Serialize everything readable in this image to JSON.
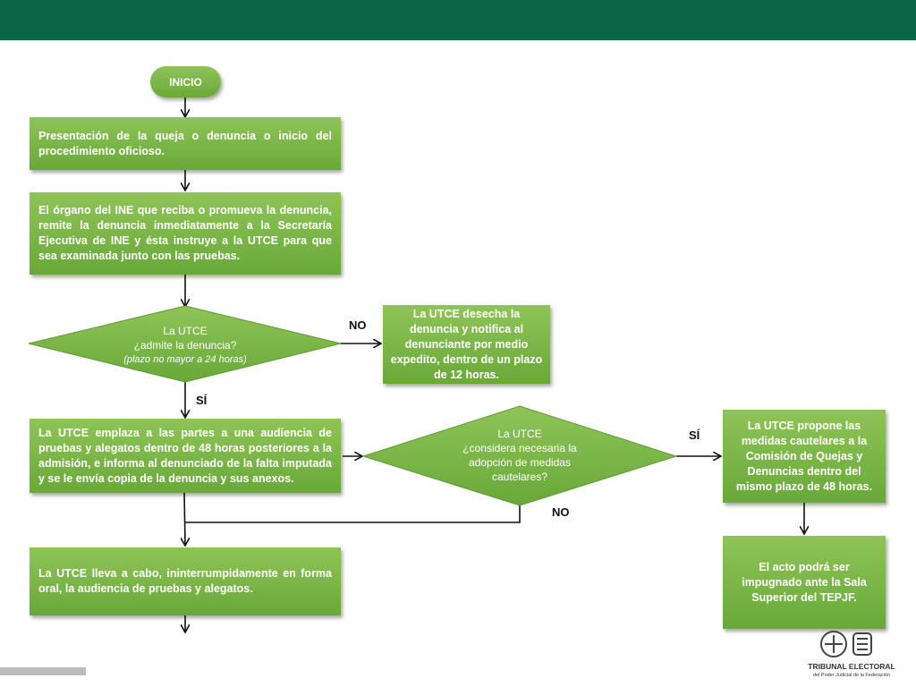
{
  "flow": {
    "start": "INICIO",
    "step1": "Presentación de la queja o denuncia o inicio del procedimiento oficioso.",
    "step2": "El órgano del INE que reciba o promueva la denuncia, remite la denuncia inmediatamente a la Secretaría Ejecutiva de INE y ésta instruye a la UTCE para que sea examinada junto con las pruebas.",
    "decision1": {
      "line1": "La UTCE",
      "line2": "¿admite la denuncia?",
      "note": "(plazo no mayor a 24 horas)"
    },
    "no_label_1": "NO",
    "reject": "La UTCE desecha la denuncia y notifica al denunciante por medio expedito, dentro de un plazo de 12 horas.",
    "si_label_1": "SÍ",
    "step3": "La UTCE emplaza a las partes a una audiencia de pruebas y alegatos dentro de 48 horas posteriores a la admisión, e informa al denunciado de la falta imputada y se le envía copia de la denuncia y sus anexos.",
    "decision2": {
      "line1": "La UTCE",
      "line2": "¿considera necesaria la adopción de medidas cautelares?"
    },
    "si_label_2": "SÍ",
    "no_label_2": "NO",
    "measures": "La UTCE propone las medidas cautelares a la Comisión de Quejas y Denuncias dentro del mismo plazo de 48 horas.",
    "appeal": "El acto podrá ser impugnado ante la Sala Superior del TEPJF.",
    "step4": "La UTCE lleva a cabo, ininterrumpidamente en forma oral, la audiencia de pruebas y alegatos."
  },
  "logo": {
    "name": "TRIBUNAL ELECTORAL",
    "subtitle": "del Poder Judicial de la Federación"
  },
  "colors": {
    "header": "#0b6647",
    "box_top": "#8fc457",
    "box_bottom": "#69a83a"
  }
}
